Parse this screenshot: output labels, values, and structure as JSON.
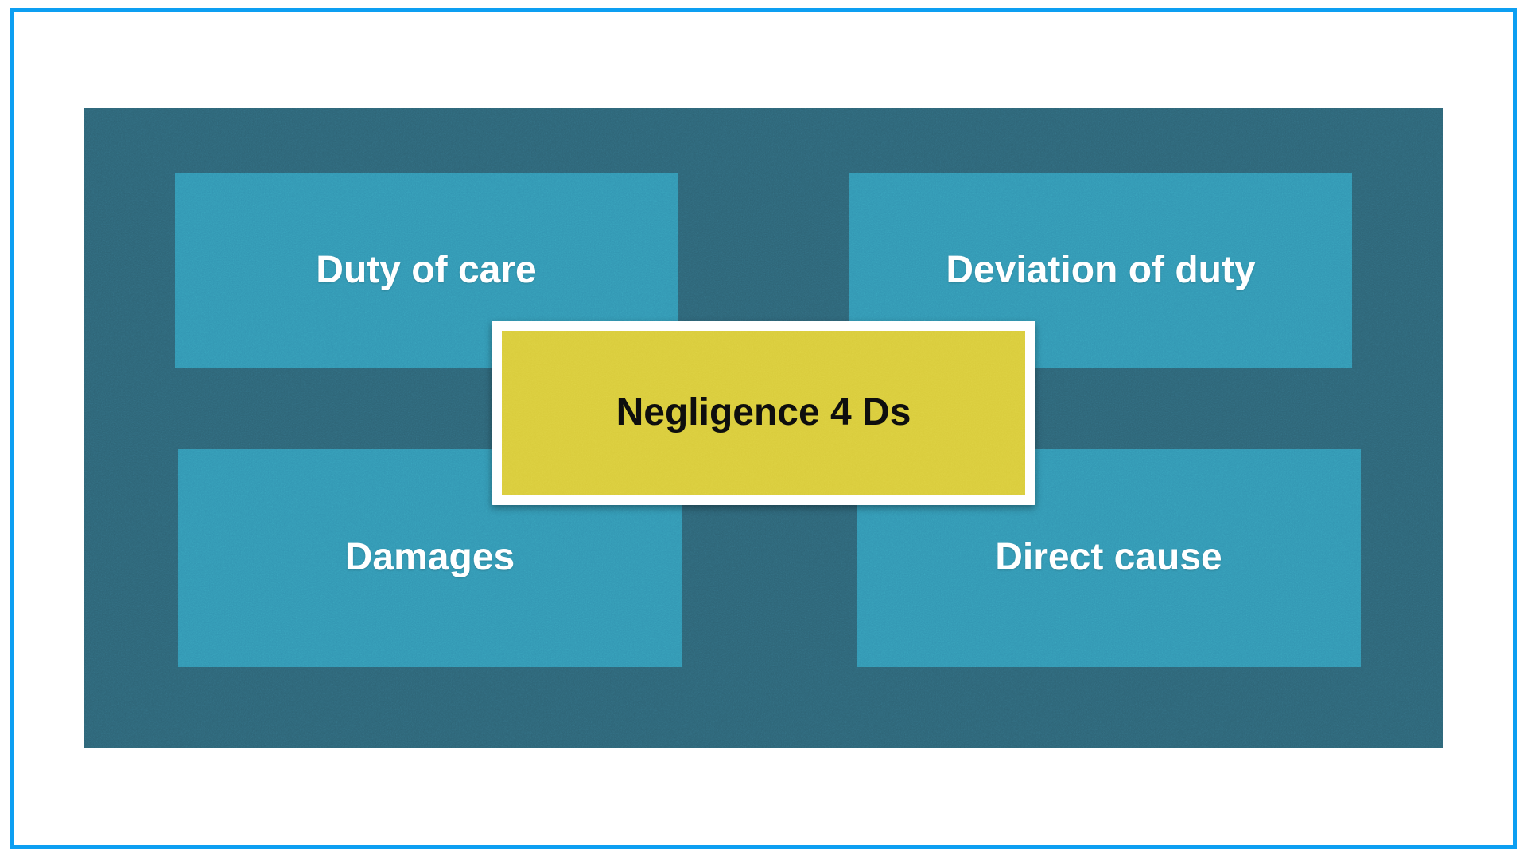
{
  "slide": {
    "title_box": {
      "label": "Negligence 4 Ds"
    },
    "quadrants": [
      {
        "id": "duty-of-care",
        "position": "top-left",
        "label": "Duty of care"
      },
      {
        "id": "deviation-of-duty",
        "position": "top-right",
        "label": "Deviation of duty"
      },
      {
        "id": "damages",
        "position": "bottom-left",
        "label": "Damages"
      },
      {
        "id": "direct-cause",
        "position": "bottom-right",
        "label": "Direct cause"
      }
    ],
    "colors": {
      "background": "#FFFFFF",
      "page_border": "#0D9FF2",
      "panel_dark_teal": "#2D6375",
      "quadrant_teal": "#3295B2",
      "quadrant_text": "#FFFFFF",
      "center_yellow": "#D9CB3B",
      "center_frame": "#FFFFFF",
      "center_text": "#0D0D0D"
    }
  }
}
